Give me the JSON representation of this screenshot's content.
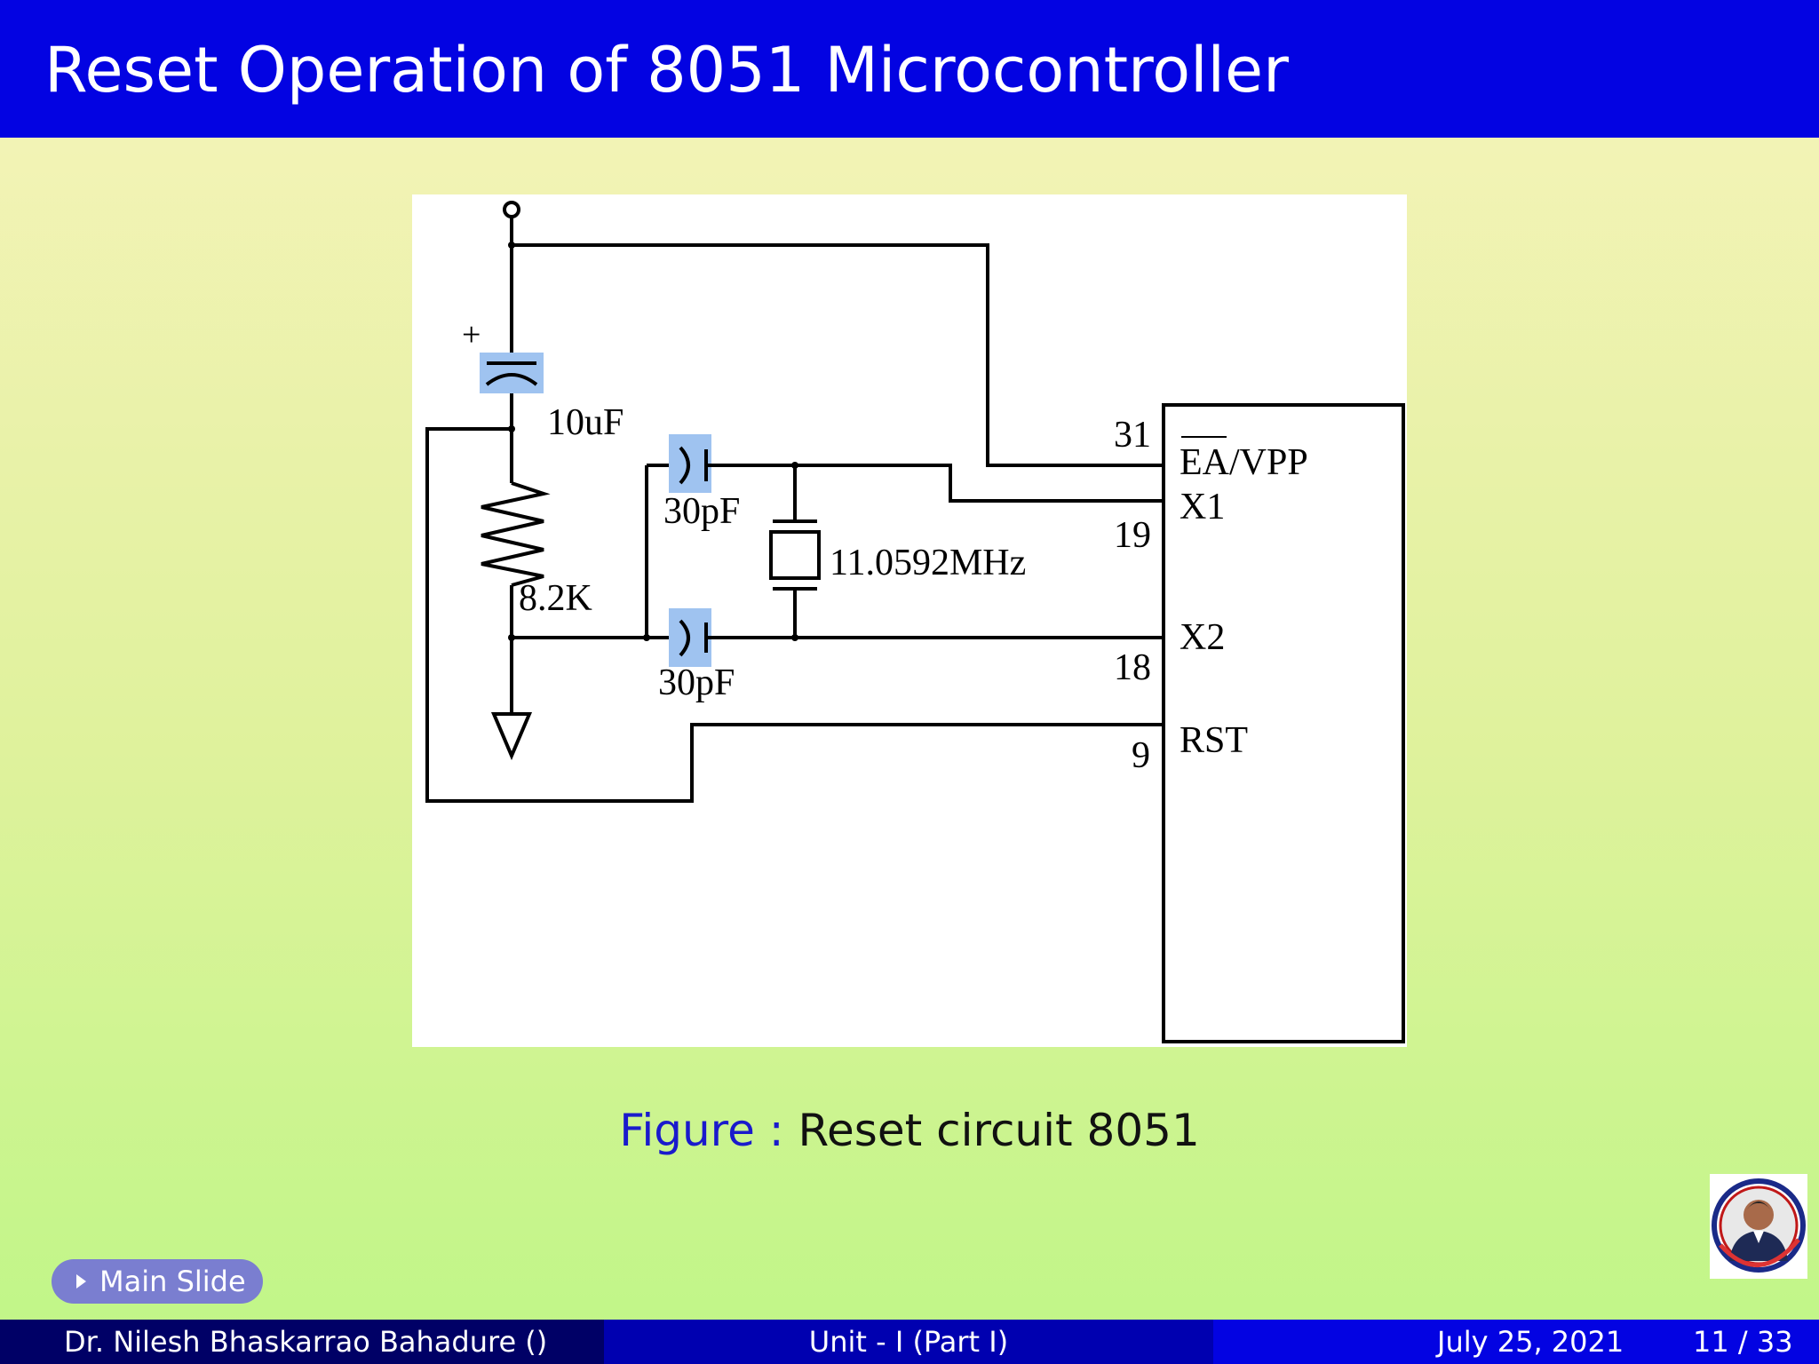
{
  "slide": {
    "title": "Reset Operation of 8051 Microcontroller",
    "caption_label": "Figure :",
    "caption_text": "Reset circuit 8051",
    "main_button_label": "Main Slide"
  },
  "diagram": {
    "capacitor_label": "10uF",
    "plus_sign": "+",
    "resistor_label": "8.2K",
    "cap1_label": "30pF",
    "cap2_label": "30pF",
    "crystal_label": "11.0592MHz",
    "pin_31": "31",
    "pin_19": "19",
    "pin_18": "18",
    "pin_9": "9",
    "ea_label": "EA/VPP",
    "x1_label": "X1",
    "x2_label": "X2",
    "rst_label": "RST",
    "highlight_color": "#9fc3f0"
  },
  "footer": {
    "author": "Dr. Nilesh Bhaskarrao Bahadure  ()",
    "unit": "Unit - I (Part I)",
    "date": "July 25, 2021",
    "page": "11 / 33"
  },
  "colors": {
    "title_bar": "#0303e2",
    "caption_label": "#1a1acc",
    "footer_left": "#000066",
    "footer_mid": "#0000b0",
    "footer_right": "#0303e2",
    "button": "#7a7ed0"
  }
}
